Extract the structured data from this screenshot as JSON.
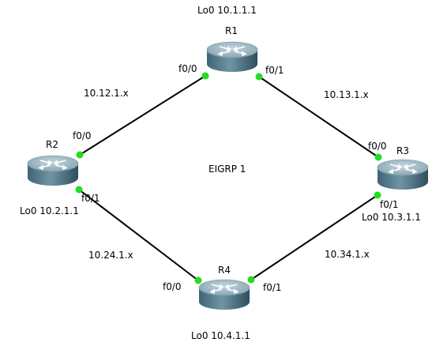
{
  "routers": {
    "r1": {
      "name": "R1",
      "loopback": "Lo0 10.1.1.1",
      "ports": [
        "f0/0",
        "f0/1"
      ]
    },
    "r2": {
      "name": "R2",
      "loopback": "Lo0 10.2.1.1",
      "ports": [
        "f0/0",
        "f0/1"
      ]
    },
    "r3": {
      "name": "R3",
      "loopback": "Lo0 10.3.1.1",
      "ports": [
        "f0/0",
        "f0/1"
      ]
    },
    "r4": {
      "name": "R4",
      "loopback": "Lo0 10.4.1.1",
      "ports": [
        "f0/0",
        "f0/1"
      ]
    }
  },
  "links": {
    "r1_r2": "10.12.1.x",
    "r1_r3": "10.13.1.x",
    "r2_r4": "10.24.1.x",
    "r3_r4": "10.34.1.x"
  },
  "protocol_label": "EIGRP 1",
  "colors": {
    "port_dot": "#22dd22",
    "link": "#000000",
    "router_top": "#9fb7c2",
    "router_side": "#466a7a"
  }
}
